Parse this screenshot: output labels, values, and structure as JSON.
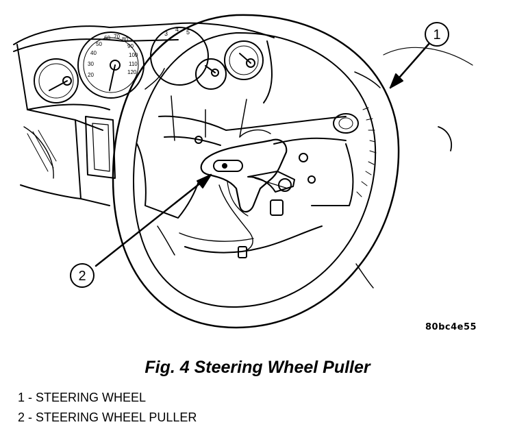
{
  "figure": {
    "caption": "Fig. 4 Steering Wheel Puller",
    "image_id": "80bc4e55",
    "callouts": [
      {
        "num": "1",
        "text": "STEERING WHEEL"
      },
      {
        "num": "2",
        "text": "STEERING WHEEL PULLER"
      }
    ],
    "gauge_labels": {
      "speedo": [
        "20",
        "30",
        "40",
        "50",
        "60",
        "70",
        "80",
        "90",
        "100",
        "110",
        "120"
      ],
      "tach": [
        "3",
        "4",
        "5"
      ]
    }
  }
}
